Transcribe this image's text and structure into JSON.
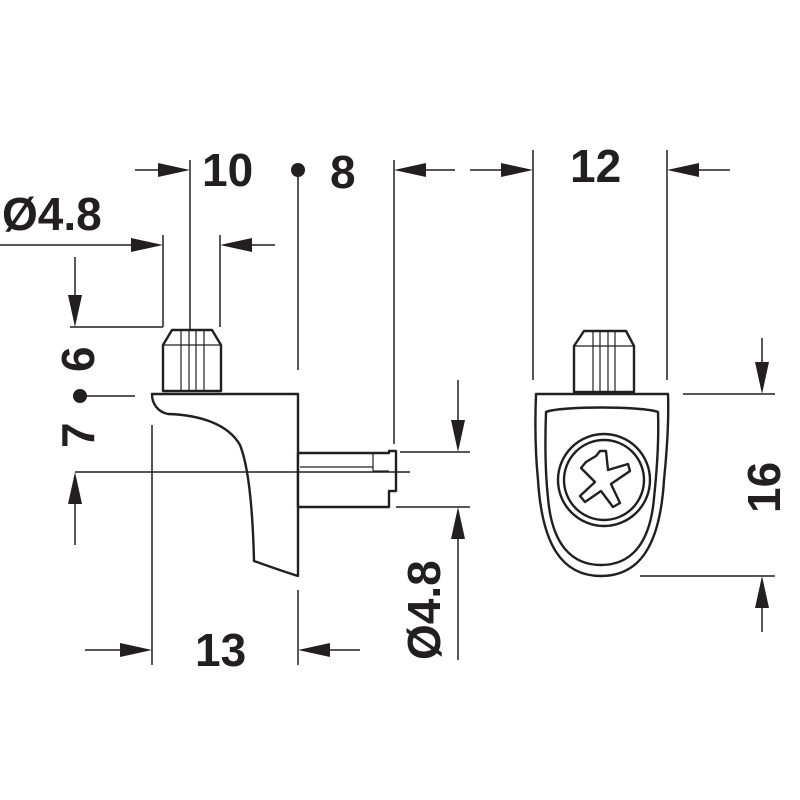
{
  "drawing": {
    "line_color": "#231f20",
    "background": "#ffffff",
    "dimensions": {
      "top_10": "10",
      "top_8": "8",
      "top_12": "12",
      "left_dia": "Ø4.8",
      "left_6": "6",
      "left_7": "7",
      "bottom_13": "13",
      "pin_dia": "Ø4.8",
      "right_16": "16"
    }
  }
}
